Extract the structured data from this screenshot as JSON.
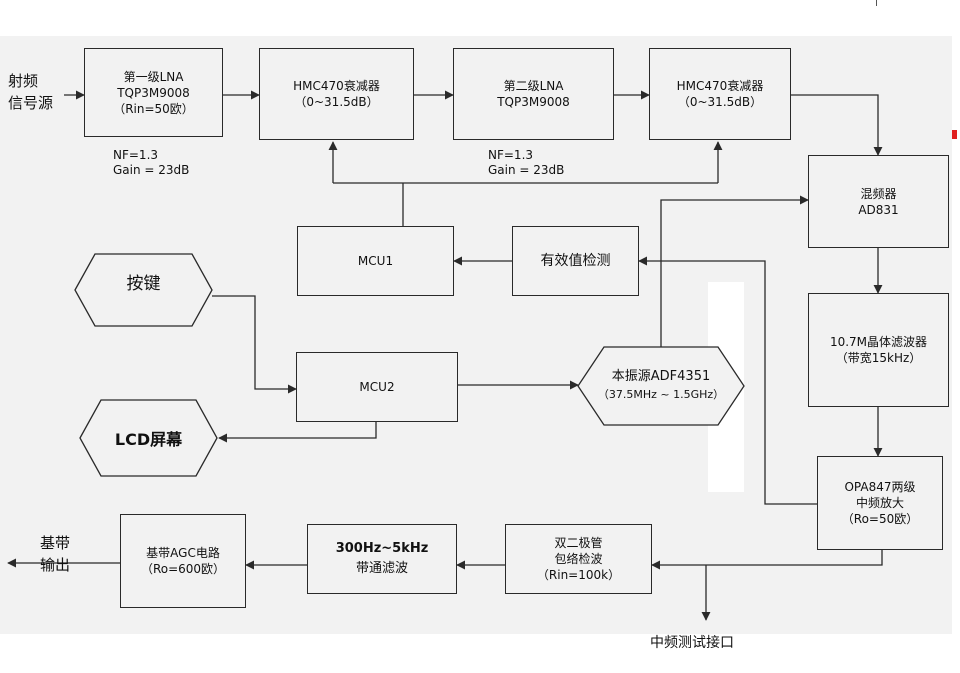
{
  "diagram": {
    "source": [
      "射频",
      "信号源"
    ],
    "lna1": [
      "第一级LNA",
      "TQP3M9008",
      "（Rin=50欧）"
    ],
    "lna1_specs": [
      "NF=1.3",
      "Gain = 23dB"
    ],
    "att1": [
      "HMC470衰减器",
      "（0~31.5dB）"
    ],
    "lna2": [
      "第二级LNA",
      "TQP3M9008"
    ],
    "lna2_specs": [
      "NF=1.3",
      "Gain = 23dB"
    ],
    "att2": [
      "HMC470衰减器",
      "（0~31.5dB）"
    ],
    "mixer": [
      "混频器",
      "AD831"
    ],
    "mcu1": "MCU1",
    "rms_detect": "有效值检测",
    "keys": "按键",
    "mcu2": "MCU2",
    "lcd": "LCD屏幕",
    "lo": [
      "本振源ADF4351",
      "（37.5MHz ~ 1.5GHz）"
    ],
    "crystal_filter": [
      "10.7M晶体滤波器",
      "（带宽15kHz）"
    ],
    "if_amp": [
      "OPA847两级",
      "中频放大",
      "（Ro=50欧）"
    ],
    "detector": [
      "双二极管",
      "包络检波",
      "（Rin=100k）"
    ],
    "bandpass": [
      "300Hz~5kHz",
      "带通滤波"
    ],
    "agc": [
      "基带AGC电路",
      "（Ro=600欧）"
    ],
    "baseband_out": [
      "基带",
      "输出"
    ],
    "if_test": "中频测试接口"
  },
  "colors": {
    "panel": "#f2f2f2",
    "line": "#2a2a2a",
    "marker": "#e02020"
  }
}
